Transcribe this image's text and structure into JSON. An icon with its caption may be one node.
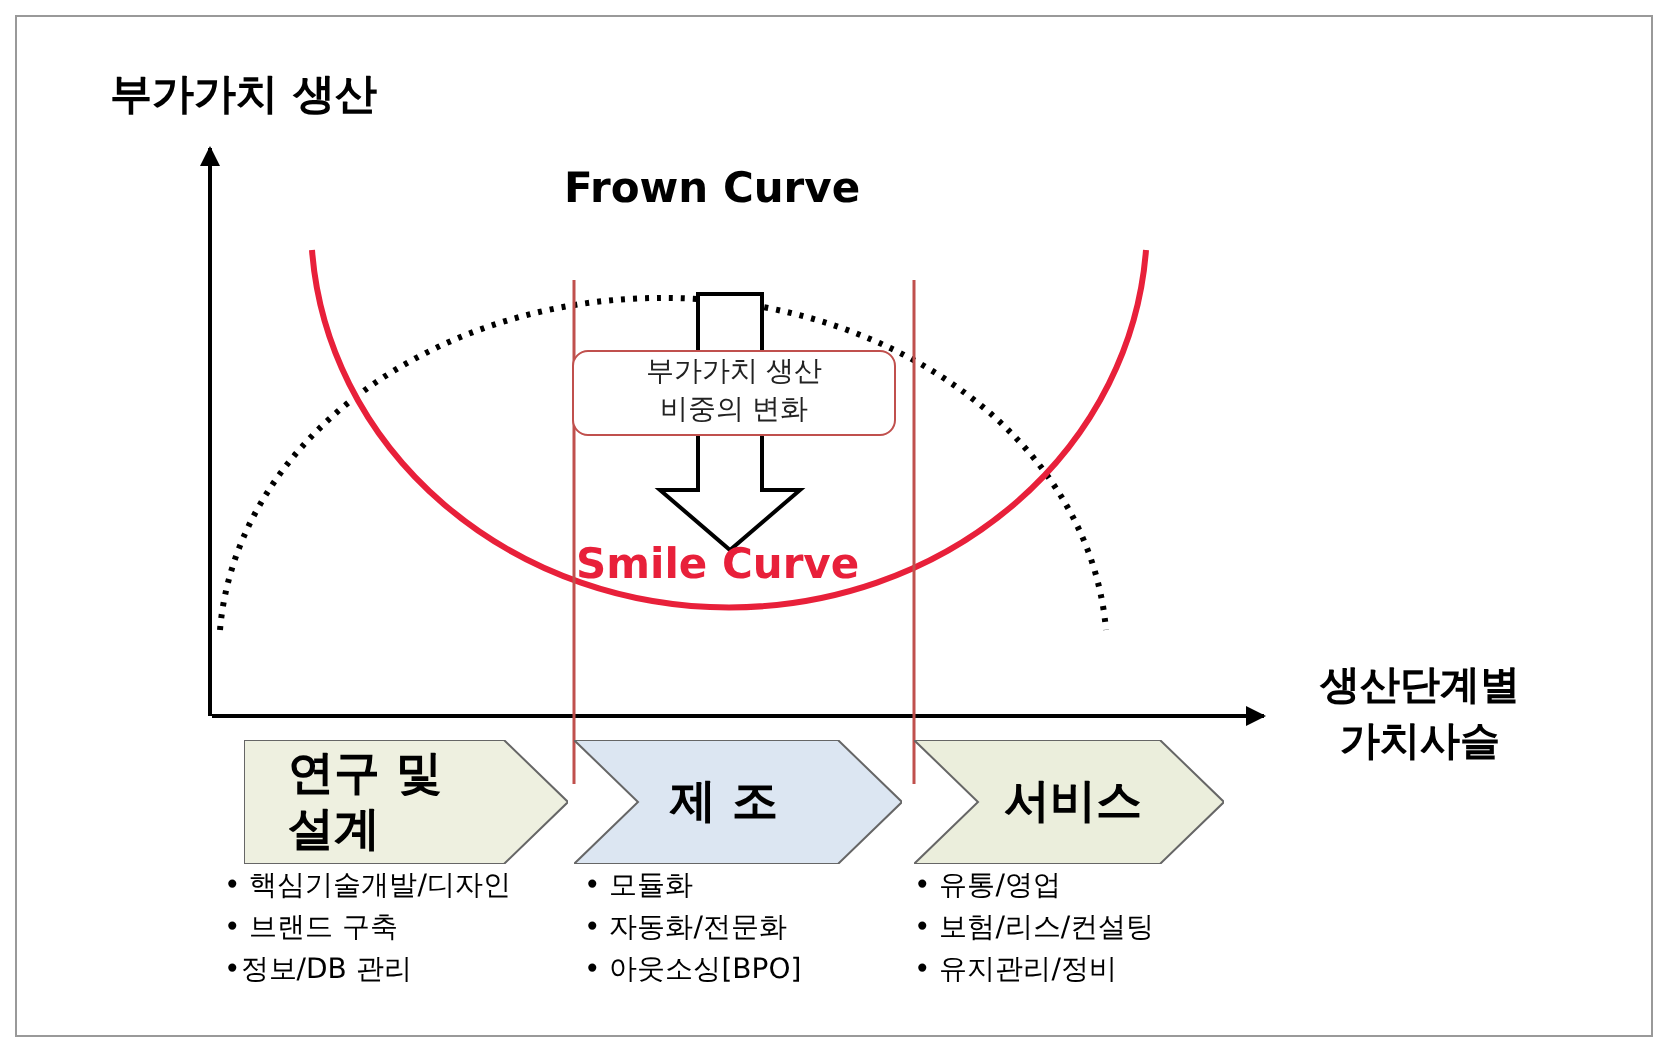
{
  "diagram": {
    "nodes": [
      {
        "text": [
          "연구 및 설계"
        ],
        "beside": [
          "• 핵심기술개발/디자인",
          "• 브랜드 구축",
          "•정보/DB 관리"
        ]
      },
      {
        "text": [
          "제 조"
        ],
        "beside": [
          "• 모듈화",
          "• 자동화/전문화",
          "• 아웃소싱[BPO]"
        ]
      },
      {
        "text": [
          "서비스"
        ],
        "beside": [
          "• 유통/영업",
          "• 보험/리스/컨설팅",
          "• 유지관리/정비"
        ]
      },
      {
        "text": [
          "부가가치 생산 비중의 변화"
        ]
      }
    ],
    "labels": [
      "부가가치 생산",
      "Frown Curve",
      "Smile Curve",
      "생산단계별 가치사슬"
    ]
  }
}
